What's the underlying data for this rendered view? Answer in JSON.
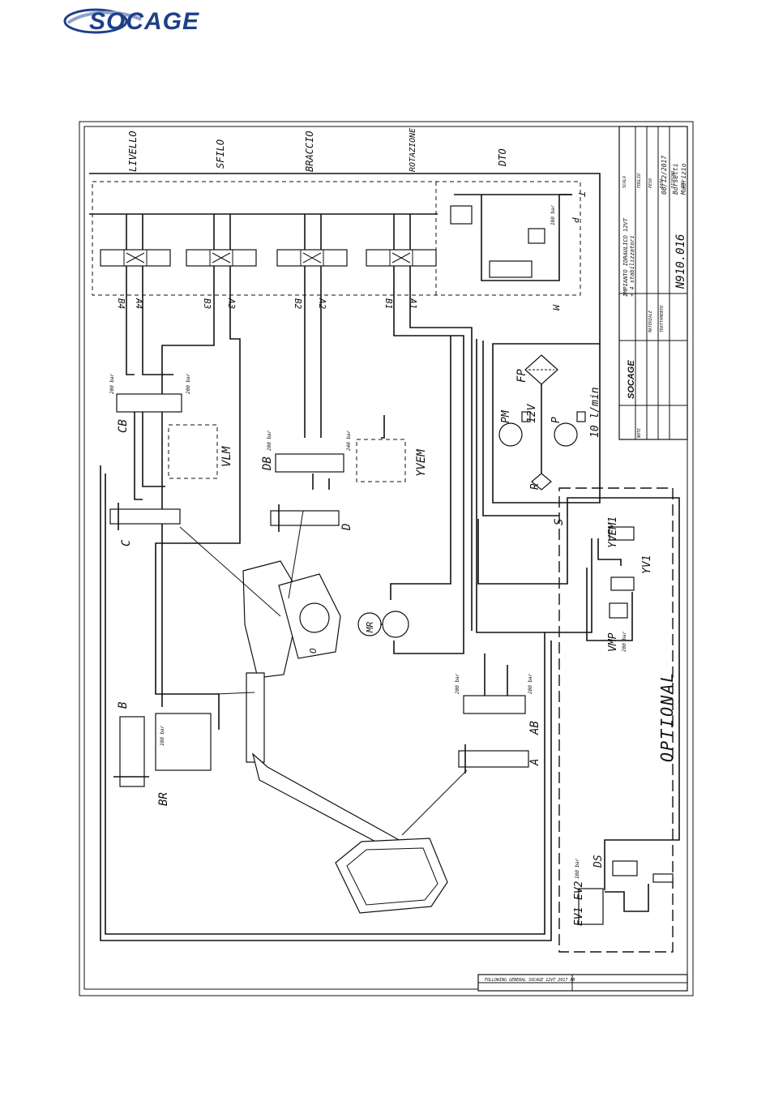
{
  "header": {
    "logo_text": "SOCAGE",
    "brand_color": "#1f3f8a"
  },
  "sections": [
    "LIVELLO",
    "SFILO",
    "BRACCIO",
    "ROTAZIONE",
    "DTO"
  ],
  "valve_ports": {
    "livello": [
      "B4",
      "A4"
    ],
    "sfilo": [
      "B3",
      "A3"
    ],
    "braccio": [
      "B2",
      "A2"
    ],
    "rotazione": [
      "B1",
      "A1"
    ],
    "dto": [
      "M",
      "P",
      "T"
    ]
  },
  "components": {
    "CB": "CB",
    "VLM": "VLM",
    "C": "C",
    "DB": "DB",
    "YVEM": "YVEM",
    "D": "D",
    "MR": "MR",
    "B": "B",
    "BR": "BR",
    "AB": "AB",
    "A": "A",
    "PM": "PM",
    "P": "P",
    "FP": "FP",
    "R": "R",
    "S": "S",
    "YVEM1": "YVEM1",
    "YV1": "YV1",
    "VMP": "VMP",
    "DS": "DS",
    "EV1": "EV1",
    "EV2": "EV2",
    "O": "O"
  },
  "ratings": {
    "p200": "200 bar",
    "p240": "240 bar",
    "p180": "180 bar",
    "v12": "12V",
    "flow": "10 l/min"
  },
  "optional_label": "OPTIONAL",
  "title_block": {
    "impianto": "IMPIANTO IDRAULICO 12VT",
    "stabilizzatori": "+ 4 stabilizzatori",
    "data": "08/12/2017",
    "disegno": "Borsetti",
    "ing": "Maurizio",
    "numero": "N910.016",
    "logo": "SOCAGE",
    "labels": [
      "MATERIALE",
      "NOTE",
      "TRATTAMENTO",
      "SCALA",
      "FOGLIO",
      "PESO",
      "DATA",
      "DISEGNO",
      "ING"
    ],
    "table_caption": "FOLLOWING GENERAL SOCAGE 12VT 2017 AB"
  }
}
